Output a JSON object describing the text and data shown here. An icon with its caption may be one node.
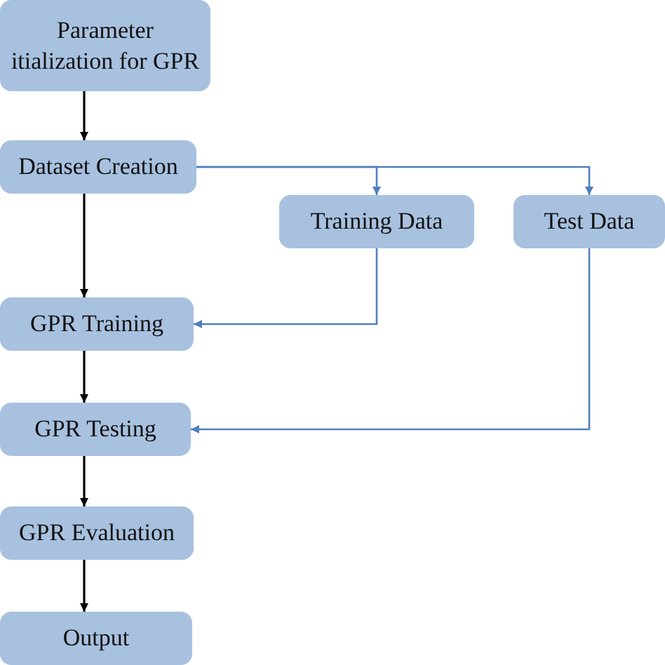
{
  "diagram": {
    "nodes": [
      {
        "text": [
          "Parameter itialization for GPR"
        ]
      },
      {
        "text": [
          "Dataset Creation"
        ]
      },
      {
        "text": [
          "Training Data"
        ]
      },
      {
        "text": [
          "Test Data"
        ]
      },
      {
        "text": [
          "GPR Training"
        ]
      },
      {
        "text": [
          "GPR Testing"
        ]
      },
      {
        "text": [
          "GPR Evaluation"
        ]
      },
      {
        "text": [
          "Output"
        ]
      }
    ],
    "edges": [
      {
        "from": 0,
        "to": 1,
        "arrow": "to"
      },
      {
        "from": 1,
        "to": 2,
        "arrow": "to",
        "color": "#4f7fbf"
      },
      {
        "from": 1,
        "to": 3,
        "arrow": "to",
        "color": "#4f7fbf"
      },
      {
        "from": 1,
        "to": 4,
        "arrow": "to"
      },
      {
        "from": 2,
        "to": 4,
        "arrow": "to",
        "color": "#4f7fbf"
      },
      {
        "from": 3,
        "to": 5,
        "arrow": "to",
        "color": "#4f7fbf"
      },
      {
        "from": 4,
        "to": 5,
        "arrow": "to"
      },
      {
        "from": 5,
        "to": 6,
        "arrow": "to"
      },
      {
        "from": 6,
        "to": 7,
        "arrow": "to"
      }
    ]
  }
}
